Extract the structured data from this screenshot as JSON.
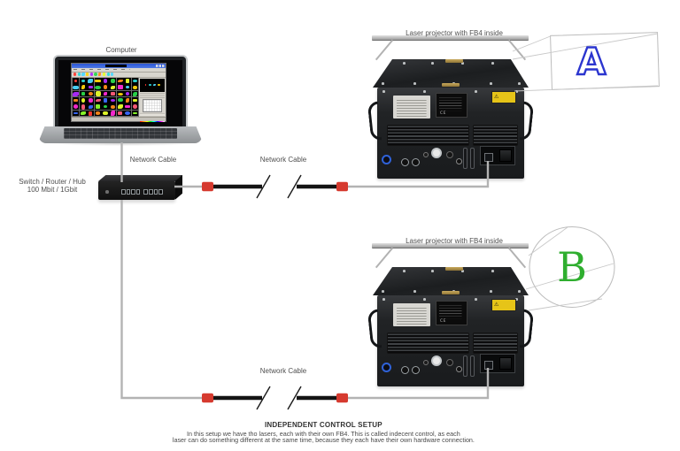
{
  "page": {
    "background": "#ffffff"
  },
  "computer": {
    "label": "Computer",
    "screen": {
      "titlebar_color": "#2a55d4",
      "palette": [
        "#ff3b30",
        "#2bd94c",
        "#3b6cff",
        "#ffd60a",
        "#ff2bd6",
        "#2bd9d9",
        "#ff8c1a",
        "#8cff2b",
        "#b02bff",
        "#ff5e7a",
        "#4cd9ff",
        "#e8ff2b"
      ]
    }
  },
  "switch": {
    "label_line1": "Switch / Router / Hub",
    "label_line2": "100 Mbit / 1Gbit"
  },
  "cables": {
    "label_laptop_switch": "Network Cable",
    "label_switch_proj1": "Network Cable",
    "label_switch_proj2": "Network Cable",
    "cable_color": "#b3b3b3",
    "connector_color": "#d63a2f",
    "connector_edge_color": "#7e241c",
    "break_color": "#1a1a1a"
  },
  "projectors": [
    {
      "label": "Laser projector with FB4 inside",
      "projection": {
        "letter": "A",
        "letter_color": "#2b35cf",
        "shape": "rectangle",
        "surface_color": "#ffffff",
        "outline_color": "#bcbcbc"
      }
    },
    {
      "label": "Laser projector with FB4 inside",
      "projection": {
        "letter": "B",
        "letter_color": "#2fae2f",
        "shape": "circle",
        "surface_color": "#ffffff",
        "outline_color": "#bcbcbc"
      }
    }
  ],
  "caption": {
    "title": "INDEPENDENT CONTROL SETUP",
    "line1": "In this setup we have tho lasers, each with their own FB4. This is called indecent control, as each",
    "line2": "laser can do something different at the same time, because they each have their own hardware connection."
  }
}
